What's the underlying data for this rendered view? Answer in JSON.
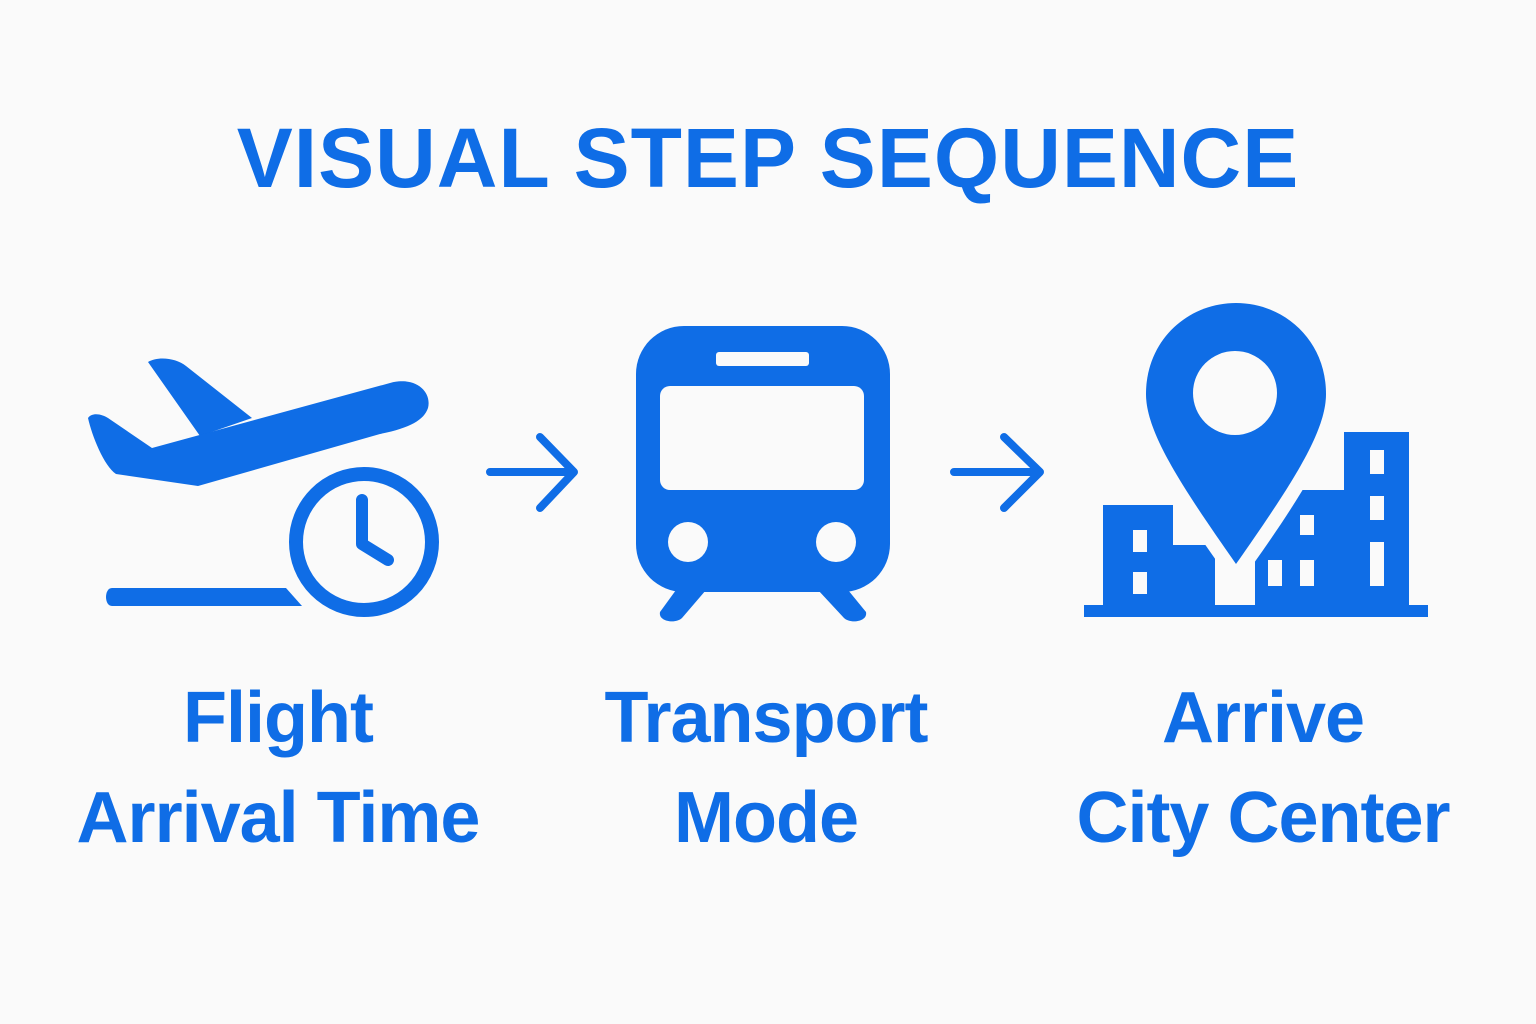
{
  "title": "VISUAL STEP SEQUENCE",
  "accent_color": "#0f6de6",
  "background_color": "#fafafa",
  "steps": [
    {
      "icon": "airplane-clock-icon",
      "label_lines": [
        "Flight",
        "Arrival Time"
      ]
    },
    {
      "icon": "train-icon",
      "label_lines": [
        "Transport",
        "Mode"
      ]
    },
    {
      "icon": "location-city-icon",
      "label_lines": [
        "Arrive",
        "City Center"
      ]
    }
  ],
  "connectors": [
    "arrow-right-icon",
    "arrow-right-icon"
  ]
}
